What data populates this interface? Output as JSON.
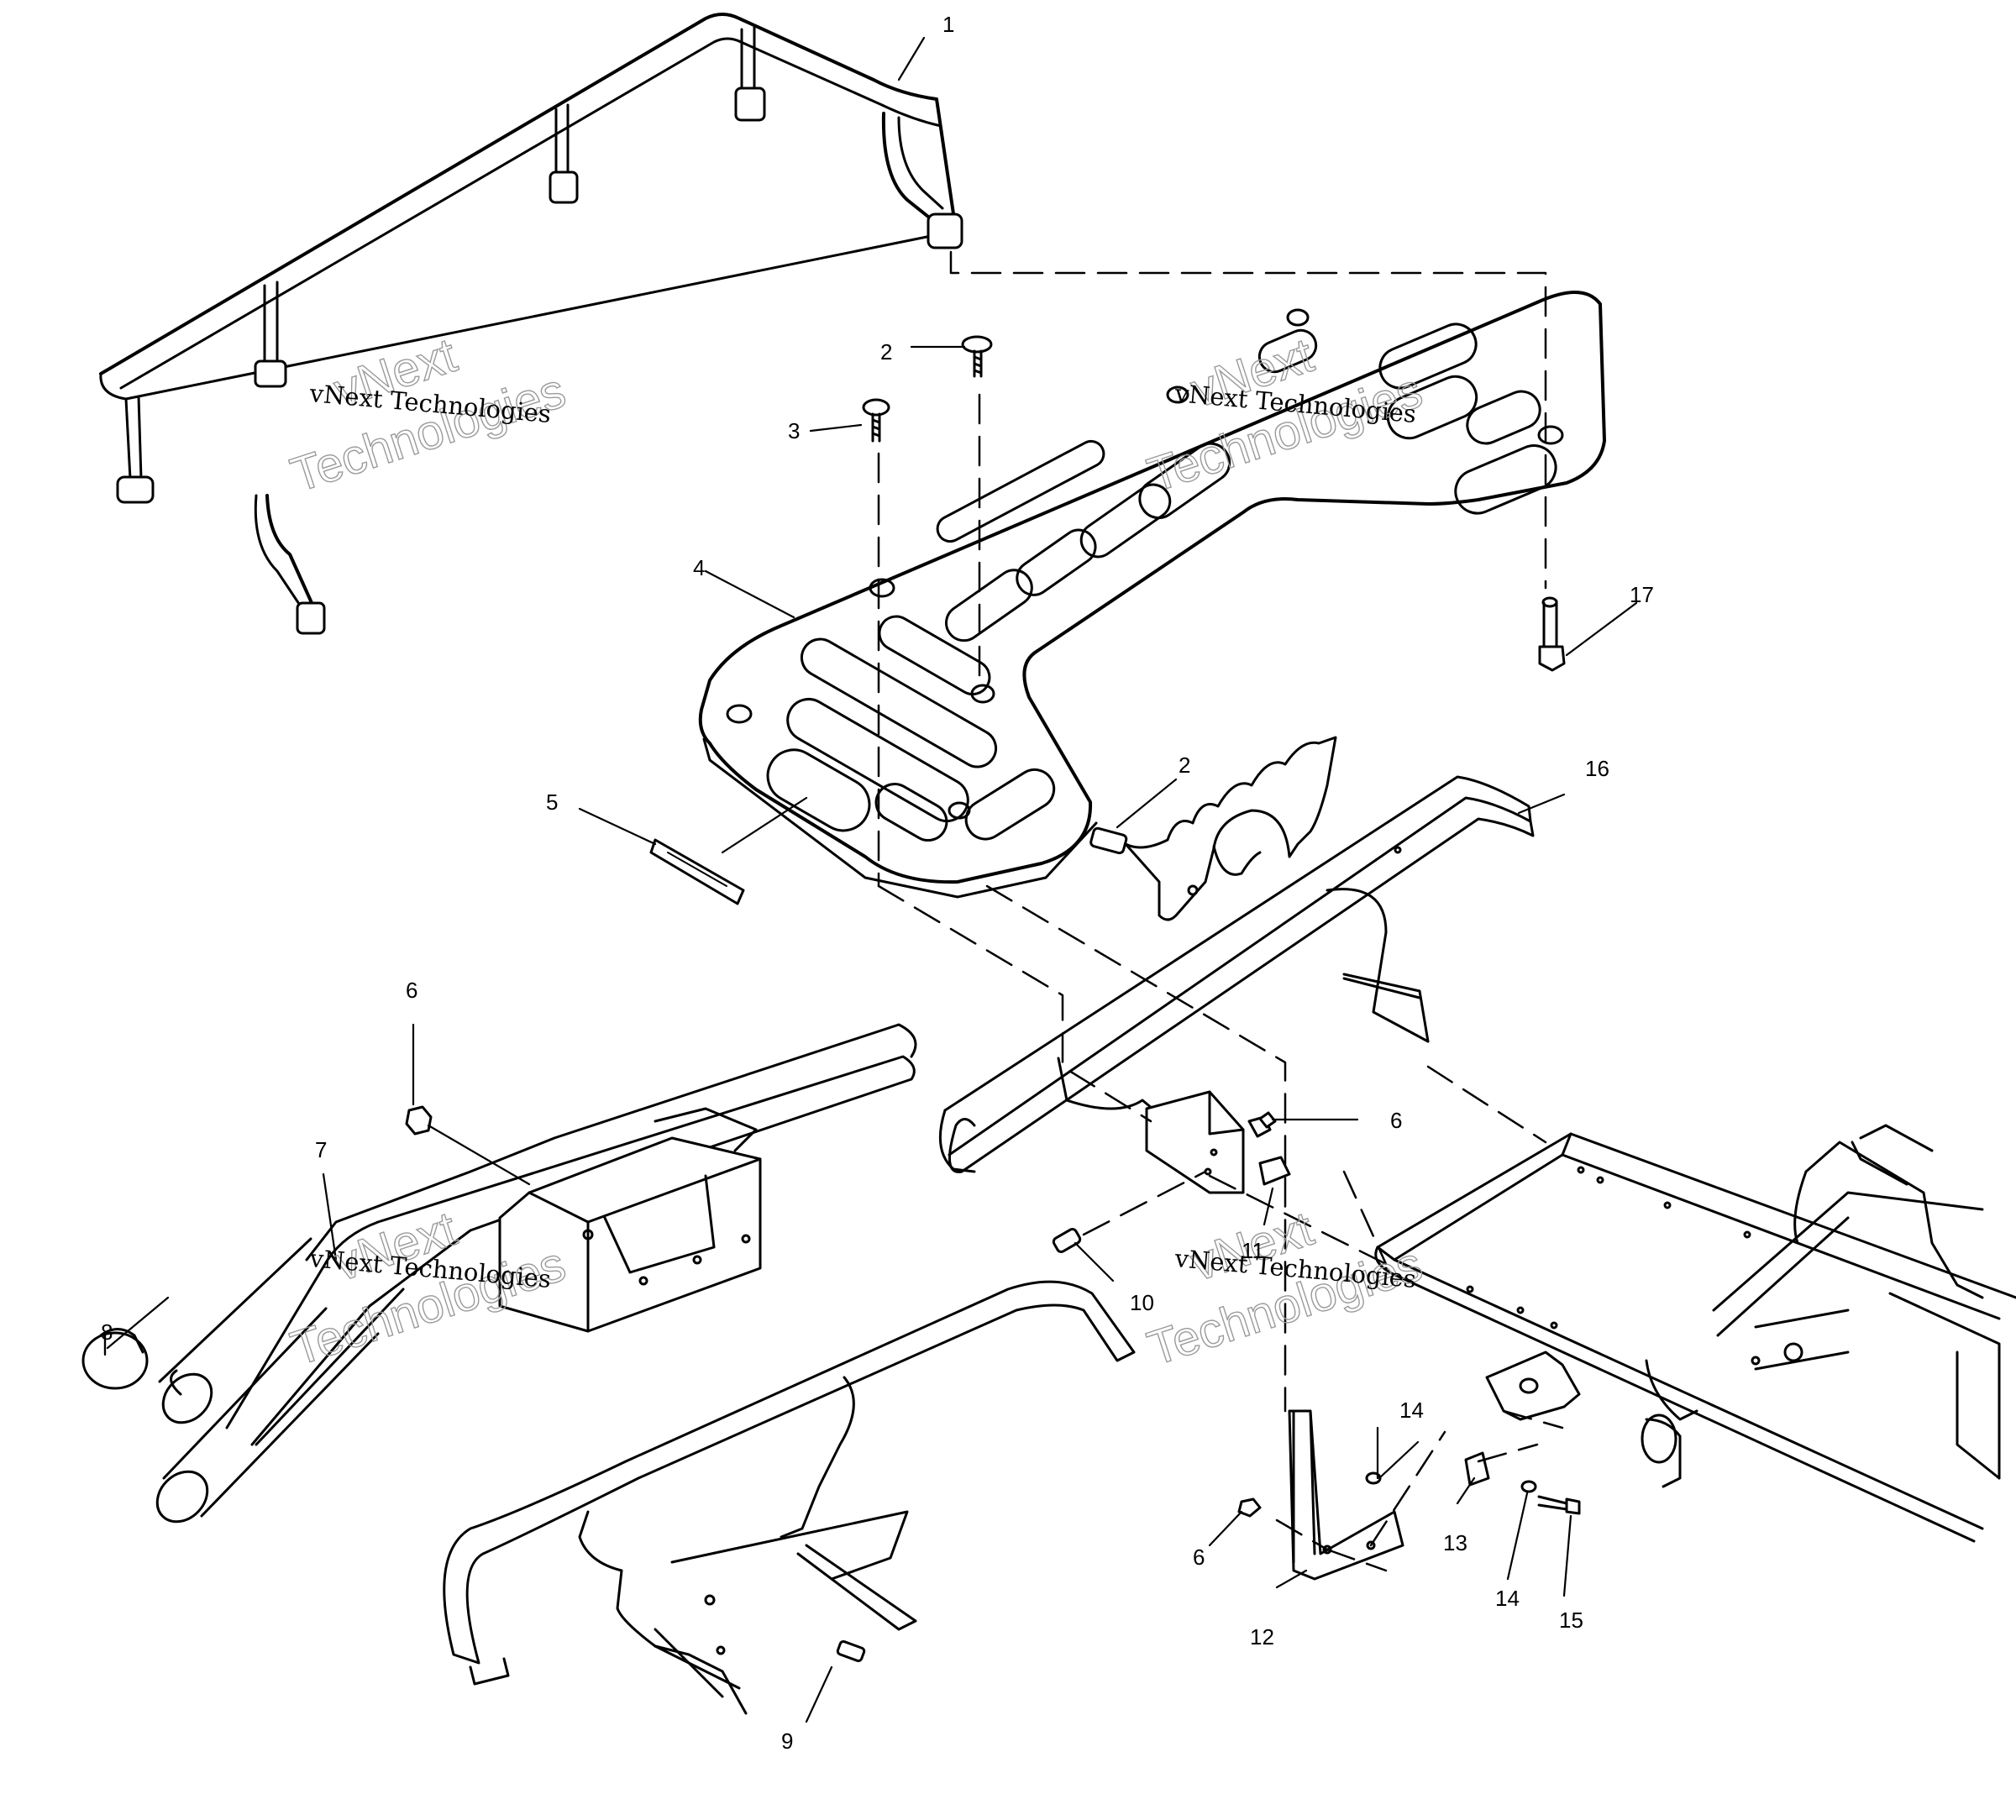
{
  "watermark": {
    "company": "vNext Technologies",
    "line1": "vNext",
    "line2": "Technologies"
  },
  "callouts": {
    "c1": "1",
    "c2a": "2",
    "c2b": "2",
    "c3": "3",
    "c4": "4",
    "c5": "5",
    "c6a": "6",
    "c6b": "6",
    "c6c": "6",
    "c7": "7",
    "c8": "8",
    "c9": "9",
    "c10": "10",
    "c11": "11",
    "c12": "12",
    "c13": "13",
    "c14a": "14",
    "c14b": "14",
    "c15": "15",
    "c16": "16",
    "c17": "17"
  }
}
